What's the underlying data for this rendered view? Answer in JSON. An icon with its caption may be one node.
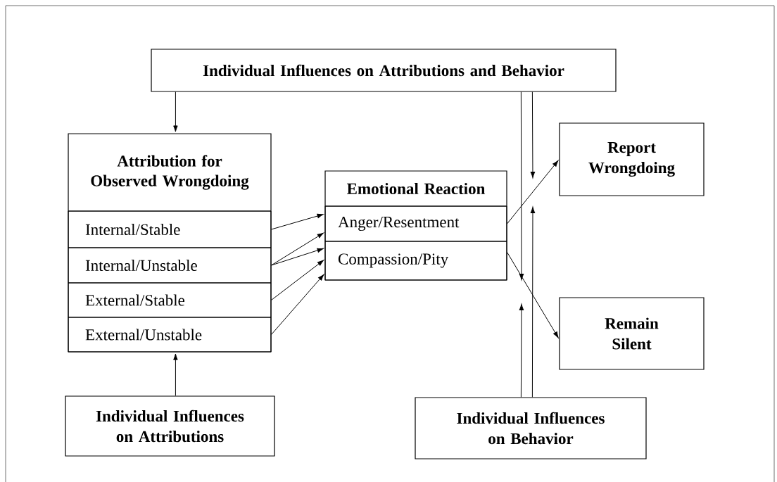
{
  "diagram": {
    "nodes": [
      {
        "text": [
          "Individual Influences on Attributions and Behavior"
        ]
      },
      {
        "text": [
          "Attribution for Observed Wrongdoing"
        ]
      },
      {
        "text": [
          "Internal/Stable"
        ],
        "in": 1
      },
      {
        "text": [
          "Internal/Unstable"
        ],
        "in": 1
      },
      {
        "text": [
          "External/Stable"
        ],
        "in": 1
      },
      {
        "text": [
          "External/Unstable"
        ],
        "in": 1
      },
      {
        "text": [
          "Emotional Reaction"
        ]
      },
      {
        "text": [
          "Anger/Resentment"
        ],
        "in": 6
      },
      {
        "text": [
          "Compassion/Pity"
        ],
        "in": 6
      },
      {
        "text": [
          "Report Wrongdoing"
        ]
      },
      {
        "text": [
          "Remain Silent"
        ]
      },
      {
        "text": [
          "Individual Influences on Attributions"
        ]
      },
      {
        "text": [
          "Individual Influences on Behavior"
        ]
      }
    ],
    "edges": [
      {
        "from": 0,
        "to": 1,
        "arrow": "to"
      },
      {
        "from": 11,
        "to": 1,
        "arrow": "to"
      },
      {
        "from": 2,
        "to": 7,
        "arrow": "to"
      },
      {
        "from": 3,
        "to": 7,
        "arrow": "to"
      },
      {
        "from": 3,
        "to": 8,
        "arrow": "to"
      },
      {
        "from": 4,
        "to": 8,
        "arrow": "to"
      },
      {
        "from": 5,
        "to": 8,
        "arrow": "to"
      },
      {
        "from": 7,
        "to": 9,
        "arrow": "to"
      },
      {
        "from": 8,
        "to": 10,
        "arrow": "to"
      },
      {
        "from": 0,
        "to": null,
        "arrow": "to"
      },
      {
        "from": 0,
        "to": null,
        "arrow": "to"
      },
      {
        "from": 12,
        "to": null,
        "arrow": "to"
      },
      {
        "from": 12,
        "to": null,
        "arrow": "to"
      }
    ]
  }
}
